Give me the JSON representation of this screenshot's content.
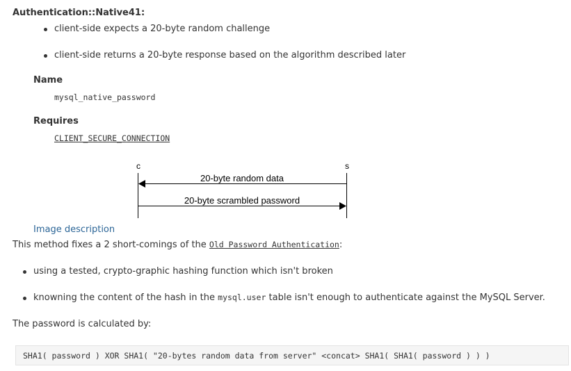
{
  "heading": "Authentication::Native41:",
  "bullets_top": [
    "client-side expects a 20-byte random challenge",
    "client-side returns a 20-byte response based on the algorithm described later"
  ],
  "name_label": "Name",
  "name_value": "mysql_native_password",
  "requires_label": "Requires",
  "requires_value": "CLIENT_SECURE_CONNECTION",
  "diagram": {
    "client_label": "c",
    "server_label": "s",
    "msg1": "20-byte random data",
    "msg2": "20-byte scrambled password"
  },
  "image_description": "Image description",
  "para1_prefix": "This method fixes a 2 short-comings of the ",
  "para1_link": "Old Password Authentication",
  "para1_suffix": ":",
  "bullets_mid": {
    "b1": "using a tested, crypto-graphic hashing function which isn't broken",
    "b2_prefix": "knowning the content of the hash in the ",
    "b2_code": "mysql.user",
    "b2_suffix": " table isn't enough to authenticate against the MySQL Server."
  },
  "para2": "The password is calculated by:",
  "code": "SHA1( password ) XOR SHA1( \"20-bytes random data from server\" <concat> SHA1( SHA1( password ) ) )"
}
